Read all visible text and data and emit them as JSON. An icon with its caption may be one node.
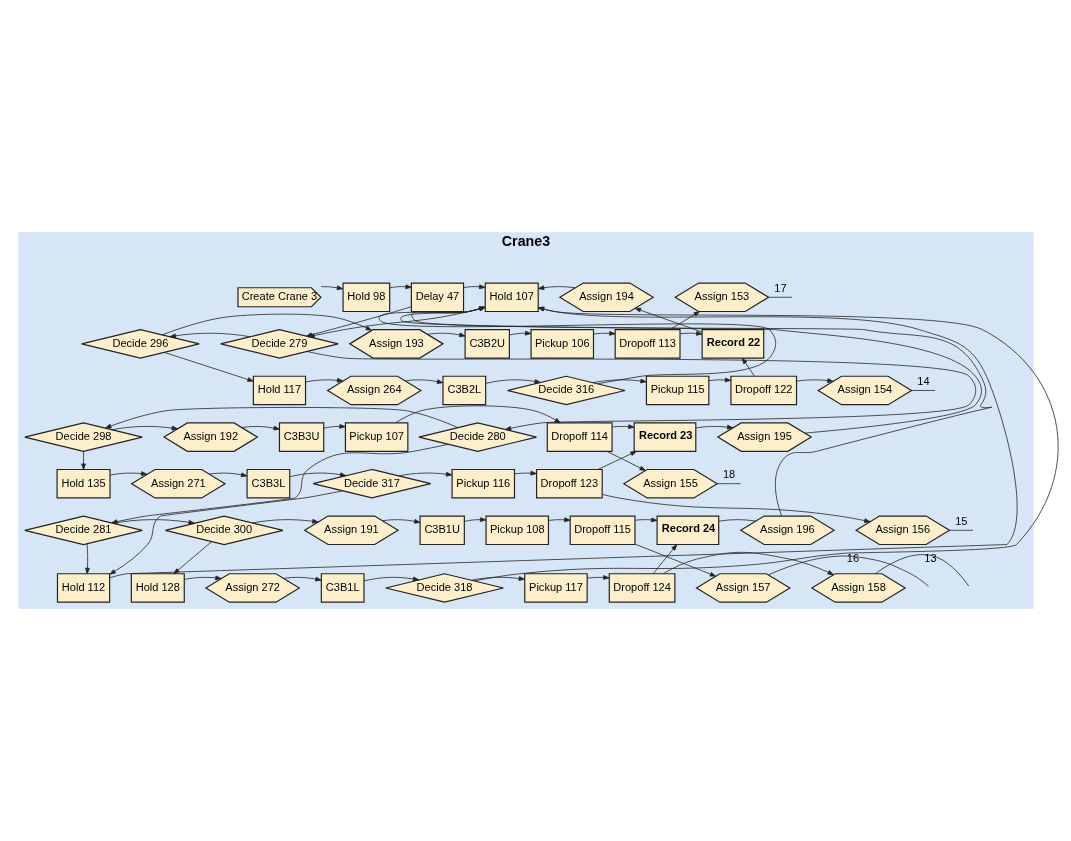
{
  "diagram": {
    "nodes": [
      {
        "text": [
          "Crane3"
        ]
      },
      {
        "text": [
          "Create Crane 3"
        ],
        "in": 0
      },
      {
        "text": [
          "Hold 98"
        ],
        "in": 0
      },
      {
        "text": [
          "Delay 47"
        ],
        "in": 0
      },
      {
        "text": [
          "Hold 107"
        ],
        "in": 0
      },
      {
        "text": [
          "Assign 194"
        ],
        "in": 0
      },
      {
        "text": [
          "Assign 153"
        ],
        "in": 0
      },
      {
        "text": [
          "Decide 279"
        ],
        "in": 0
      },
      {
        "text": [
          "Decide 296"
        ],
        "in": 0
      },
      {
        "text": [
          "Assign 193"
        ],
        "in": 0
      },
      {
        "text": [
          "C3B2U"
        ],
        "in": 0
      },
      {
        "text": [
          "Pickup 106"
        ],
        "in": 0
      },
      {
        "text": [
          "Dropoff 113"
        ],
        "in": 0
      },
      {
        "text": [
          "Record 22"
        ],
        "in": 0
      },
      {
        "text": [
          "Hold 117"
        ],
        "in": 0
      },
      {
        "text": [
          "Assign 264"
        ],
        "in": 0
      },
      {
        "text": [
          "C3B2L"
        ],
        "in": 0
      },
      {
        "text": [
          "Decide 316"
        ],
        "in": 0
      },
      {
        "text": [
          "Pickup 115"
        ],
        "in": 0
      },
      {
        "text": [
          "Dropoff 122"
        ],
        "in": 0
      },
      {
        "text": [
          "Assign 154"
        ],
        "in": 0
      },
      {
        "text": [
          "Assign 195"
        ],
        "in": 0
      },
      {
        "text": [
          "Decide 280"
        ],
        "in": 0
      },
      {
        "text": [
          "Decide 298"
        ],
        "in": 0
      },
      {
        "text": [
          "Assign 192"
        ],
        "in": 0
      },
      {
        "text": [
          "C3B3U"
        ],
        "in": 0
      },
      {
        "text": [
          "Pickup 107"
        ],
        "in": 0
      },
      {
        "text": [
          "Dropoff 114"
        ],
        "in": 0
      },
      {
        "text": [
          "Record 23"
        ],
        "in": 0
      },
      {
        "text": [
          "Hold 135"
        ],
        "in": 0
      },
      {
        "text": [
          "Assign 271"
        ],
        "in": 0
      },
      {
        "text": [
          "C3B3L"
        ],
        "in": 0
      },
      {
        "text": [
          "Decide 317"
        ],
        "in": 0
      },
      {
        "text": [
          "Pickup 116"
        ],
        "in": 0
      },
      {
        "text": [
          "Dropoff 123"
        ],
        "in": 0
      },
      {
        "text": [
          "Assign 155"
        ],
        "in": 0
      },
      {
        "text": [
          "Assign 196"
        ],
        "in": 0
      },
      {
        "text": [
          "Assign 156"
        ],
        "in": 0
      },
      {
        "text": [
          "Decide 281"
        ],
        "in": 0
      },
      {
        "text": [
          "Decide 300"
        ],
        "in": 0
      },
      {
        "text": [
          "Assign 191"
        ],
        "in": 0
      },
      {
        "text": [
          "C3B1U"
        ],
        "in": 0
      },
      {
        "text": [
          "Pickup 108"
        ],
        "in": 0
      },
      {
        "text": [
          "Dropoff 115"
        ],
        "in": 0
      },
      {
        "text": [
          "Record 24"
        ],
        "in": 0
      },
      {
        "text": [
          "Hold 112"
        ],
        "in": 0
      },
      {
        "text": [
          "Hold 128"
        ],
        "in": 0
      },
      {
        "text": [
          "Assign 272"
        ],
        "in": 0
      },
      {
        "text": [
          "C3B1L"
        ],
        "in": 0
      },
      {
        "text": [
          "Decide 318"
        ],
        "in": 0
      },
      {
        "text": [
          "Pickup 117"
        ],
        "in": 0
      },
      {
        "text": [
          "Dropoff 124"
        ],
        "in": 0
      },
      {
        "text": [
          "Assign 157"
        ],
        "in": 0
      },
      {
        "text": [
          "Assign 158"
        ],
        "in": 0
      }
    ],
    "edges": [
      {
        "from": 1,
        "to": 2,
        "arrow": "to"
      },
      {
        "from": 2,
        "to": 3,
        "arrow": "to"
      },
      {
        "from": 3,
        "to": 4,
        "arrow": "to"
      },
      {
        "from": 3,
        "to": 7,
        "arrow": "to"
      },
      {
        "from": 4,
        "to": 7,
        "arrow": "to"
      },
      {
        "from": 5,
        "to": 4,
        "arrow": "to"
      },
      {
        "from": 21,
        "to": 4,
        "arrow": "to"
      },
      {
        "from": 17,
        "to": 4,
        "arrow": "to"
      },
      {
        "from": 45,
        "to": 4,
        "arrow": "to"
      },
      {
        "from": 49,
        "to": 4,
        "arrow": "to"
      },
      {
        "from": 36,
        "to": 4,
        "arrow": "to"
      },
      {
        "from": 7,
        "to": 8,
        "arrow": "to"
      },
      {
        "from": 7,
        "to": 22,
        "arrow": "to"
      },
      {
        "from": 8,
        "to": 9,
        "arrow": "to"
      },
      {
        "from": 8,
        "to": 14,
        "arrow": "to"
      },
      {
        "from": 9,
        "to": 10,
        "arrow": "to"
      },
      {
        "from": 10,
        "to": 11,
        "arrow": "to"
      },
      {
        "from": 11,
        "to": 12,
        "arrow": "to"
      },
      {
        "from": 12,
        "to": 13,
        "arrow": "to"
      },
      {
        "from": 12,
        "to": 6,
        "arrow": "to"
      },
      {
        "from": 13,
        "to": 5,
        "arrow": "to"
      },
      {
        "from": 14,
        "to": 15,
        "arrow": "to"
      },
      {
        "from": 15,
        "to": 16,
        "arrow": "to"
      },
      {
        "from": 16,
        "to": 17,
        "arrow": "to"
      },
      {
        "from": 17,
        "to": 18,
        "arrow": "to"
      },
      {
        "from": 18,
        "to": 19,
        "arrow": "to"
      },
      {
        "from": 19,
        "to": 13,
        "arrow": "to"
      },
      {
        "from": 19,
        "to": 20,
        "arrow": "to"
      },
      {
        "from": 22,
        "to": 23,
        "arrow": "to"
      },
      {
        "from": 22,
        "to": 38,
        "arrow": "to"
      },
      {
        "from": 23,
        "to": 24,
        "arrow": "to"
      },
      {
        "from": 23,
        "to": 29,
        "arrow": "to"
      },
      {
        "from": 24,
        "to": 25,
        "arrow": "to"
      },
      {
        "from": 25,
        "to": 26,
        "arrow": "to"
      },
      {
        "from": 26,
        "to": 27,
        "arrow": "to"
      },
      {
        "from": 27,
        "to": 28,
        "arrow": "to"
      },
      {
        "from": 27,
        "to": 35,
        "arrow": "to"
      },
      {
        "from": 28,
        "to": 21,
        "arrow": "to"
      },
      {
        "from": 29,
        "to": 30,
        "arrow": "to"
      },
      {
        "from": 30,
        "to": 31,
        "arrow": "to"
      },
      {
        "from": 31,
        "to": 32,
        "arrow": "to"
      },
      {
        "from": 32,
        "to": 33,
        "arrow": "to"
      },
      {
        "from": 32,
        "to": 45,
        "arrow": "to"
      },
      {
        "from": 33,
        "to": 34,
        "arrow": "to"
      },
      {
        "from": 34,
        "to": 28,
        "arrow": "to"
      },
      {
        "from": 34,
        "to": 37,
        "arrow": "to"
      },
      {
        "from": 38,
        "to": 39,
        "arrow": "to"
      },
      {
        "from": 38,
        "to": 45,
        "arrow": "to"
      },
      {
        "from": 39,
        "to": 40,
        "arrow": "to"
      },
      {
        "from": 39,
        "to": 46,
        "arrow": "to"
      },
      {
        "from": 40,
        "to": 41,
        "arrow": "to"
      },
      {
        "from": 41,
        "to": 42,
        "arrow": "to"
      },
      {
        "from": 42,
        "to": 43,
        "arrow": "to"
      },
      {
        "from": 43,
        "to": 44,
        "arrow": "to"
      },
      {
        "from": 43,
        "to": 52,
        "arrow": "to"
      },
      {
        "from": 44,
        "to": 36,
        "arrow": "none"
      },
      {
        "from": 46,
        "to": 47,
        "arrow": "to"
      },
      {
        "from": 47,
        "to": 48,
        "arrow": "to"
      },
      {
        "from": 48,
        "to": 49,
        "arrow": "to"
      },
      {
        "from": 49,
        "to": 50,
        "arrow": "to"
      },
      {
        "from": 50,
        "to": 51,
        "arrow": "to"
      },
      {
        "from": 51,
        "to": 44,
        "arrow": "to"
      },
      {
        "from": 51,
        "to": 53,
        "arrow": "to"
      },
      {
        "from": 35,
        "to": null,
        "arrow": "none",
        "label": "18"
      },
      {
        "from": 6,
        "to": null,
        "arrow": "none",
        "label": "17"
      },
      {
        "from": 52,
        "to": null,
        "arrow": "none",
        "label": "16"
      },
      {
        "from": 37,
        "to": null,
        "arrow": "none",
        "label": "15"
      },
      {
        "from": 20,
        "to": null,
        "arrow": "none",
        "label": "14"
      },
      {
        "from": 53,
        "to": null,
        "arrow": "none",
        "label": "13"
      }
    ]
  }
}
